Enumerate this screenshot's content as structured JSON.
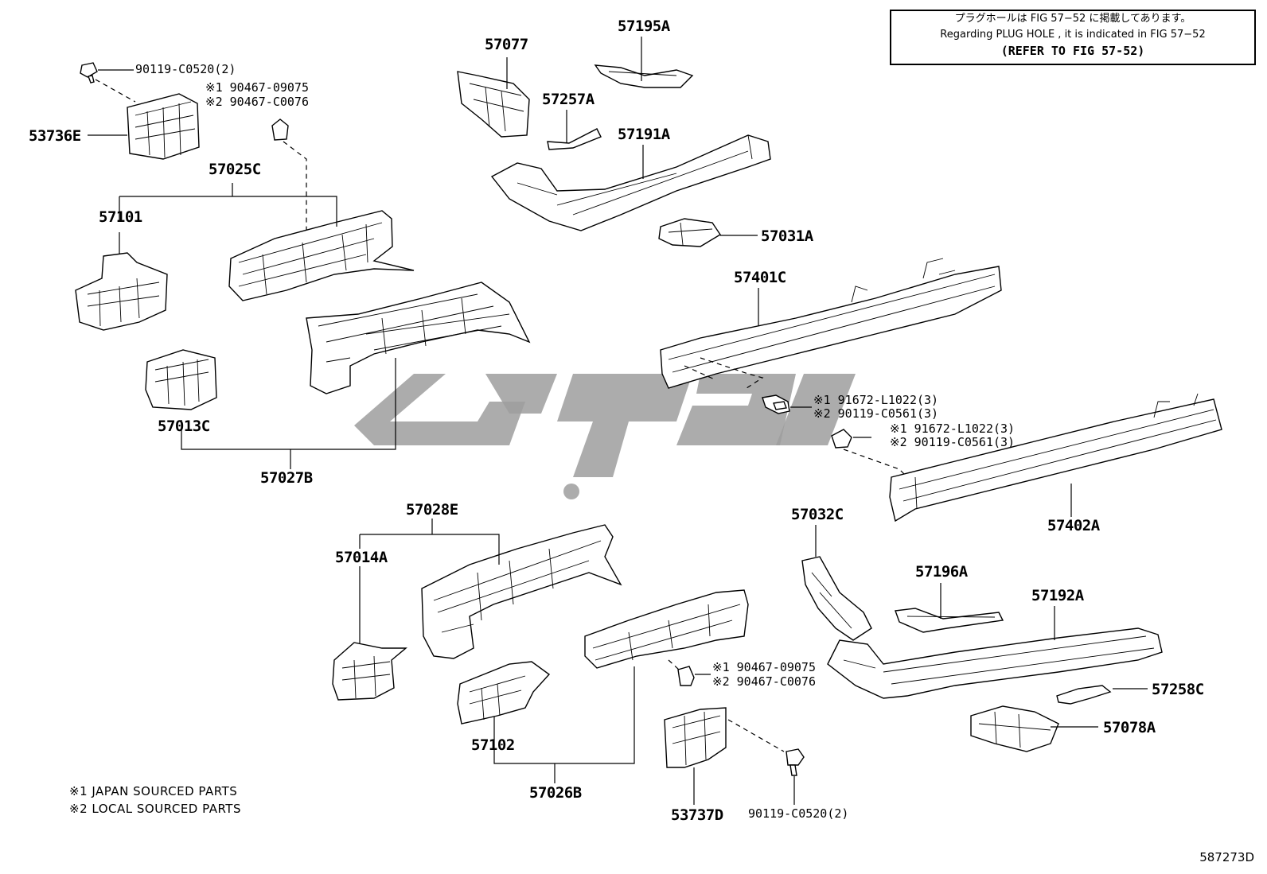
{
  "note": {
    "line1": "プラグホールは FIG 57−52 に掲載してあります。",
    "line2": "Regarding PLUG HOLE , it is indicated in FIG 57−52",
    "line3": "(REFER TO FIG 57-52)"
  },
  "labels": {
    "p90119_top": "90119-C0520(2)",
    "p90467_09075_top": "※1 90467-09075",
    "p90467_c0076_top": "※2 90467-C0076",
    "p53736E": "53736E",
    "p57025C": "57025C",
    "p57101": "57101",
    "p57013C": "57013C",
    "p57027B": "57027B",
    "p57077": "57077",
    "p57195A": "57195A",
    "p57257A": "57257A",
    "p57191A": "57191A",
    "p57031A": "57031A",
    "p57401C": "57401C",
    "p91672_1": "※1 91672-L1022(3)",
    "p90119_c0561_1": "※2 90119-C0561(3)",
    "p91672_2": "※1 91672-L1022(3)",
    "p90119_c0561_2": "※2 90119-C0561(3)",
    "p57402A": "57402A",
    "p57028E": "57028E",
    "p57014A": "57014A",
    "p57032C": "57032C",
    "p57196A": "57196A",
    "p57192A": "57192A",
    "p57258C": "57258C",
    "p57078A": "57078A",
    "p90467_09075_bot": "※1 90467-09075",
    "p90467_c0076_bot": "※2 90467-C0076",
    "p57102": "57102",
    "p57026B": "57026B",
    "p53737D": "53737D",
    "p90119_bot": "90119-C0520(2)"
  },
  "footnotes": {
    "japan": "※1 JAPAN SOURCED PARTS",
    "local": "※2 LOCAL SOURCED PARTS"
  },
  "diagram_code": "587273D",
  "watermark_color": "#9e9e9e"
}
